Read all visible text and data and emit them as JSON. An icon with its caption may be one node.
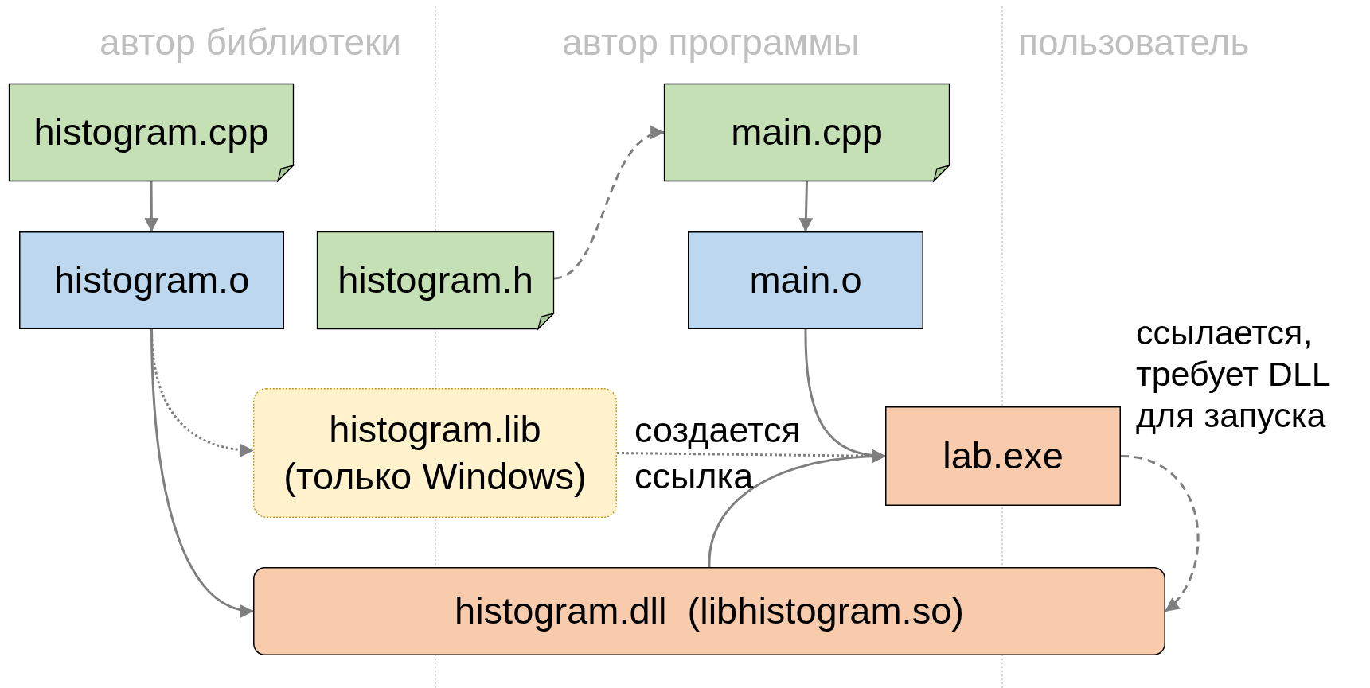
{
  "diagram": {
    "nodes": [
      {
        "text": [
          "histogram.cpp"
        ]
      },
      {
        "text": [
          "histogram.o"
        ]
      },
      {
        "text": [
          "histogram.h"
        ]
      },
      {
        "text": [
          "main.cpp"
        ]
      },
      {
        "text": [
          "main.o"
        ]
      },
      {
        "text": [
          "histogram.lib (только Windows)"
        ]
      },
      {
        "text": [
          "lab.exe"
        ]
      },
      {
        "text": [
          "histogram.dll  (libhistogram.so)"
        ]
      }
    ],
    "edges": [
      {
        "from": 0,
        "to": 1,
        "arrow": "to"
      },
      {
        "from": 2,
        "to": 3,
        "arrow": "to",
        "style": "dashed"
      },
      {
        "from": 3,
        "to": 4,
        "arrow": "to"
      },
      {
        "from": 1,
        "to": 5,
        "arrow": "to",
        "style": "dashed"
      },
      {
        "from": 1,
        "to": 7,
        "arrow": "to"
      },
      {
        "from": 5,
        "to": 6,
        "arrow": "to",
        "style": "dashed",
        "label": "создается ссылка"
      },
      {
        "from": 4,
        "to": 6,
        "arrow": "to"
      },
      {
        "from": 7,
        "to": 6,
        "arrow": "to"
      },
      {
        "from": 6,
        "to": 7,
        "arrow": "to",
        "style": "dashed",
        "label": "ссылается, требует DLL для запуска"
      }
    ],
    "labels": [
      "автор библиотеки",
      "автор программы",
      "пользователь"
    ]
  }
}
